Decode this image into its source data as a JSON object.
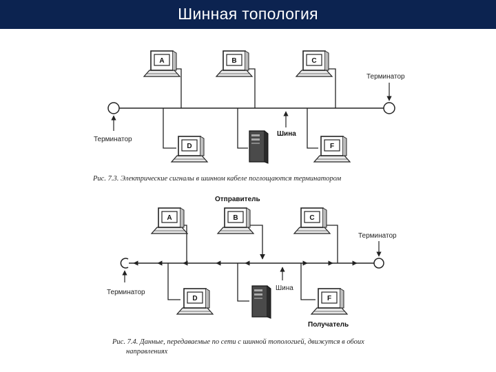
{
  "header": {
    "title": "Шинная топология"
  },
  "figure1": {
    "computers": [
      "A",
      "B",
      "C",
      "D",
      "F"
    ],
    "terminator_left": "Терминатор",
    "terminator_right": "Терминатор",
    "bus_label": "Шина",
    "caption": "Рис. 7.3. Электрические сигналы в шинном кабеле поглощаются терминатором"
  },
  "figure2": {
    "computers": [
      "A",
      "B",
      "C",
      "D",
      "F"
    ],
    "sender_label": "Отправитель",
    "receiver_label": "Получатель",
    "terminator_left": "Терминатор",
    "terminator_right": "Терминатор",
    "bus_label": "Шина",
    "caption_line1": "Рис. 7.4. Данные, передаваемые по сети с шинной топологией, движутся в обоих",
    "caption_line2": "направлениях"
  }
}
